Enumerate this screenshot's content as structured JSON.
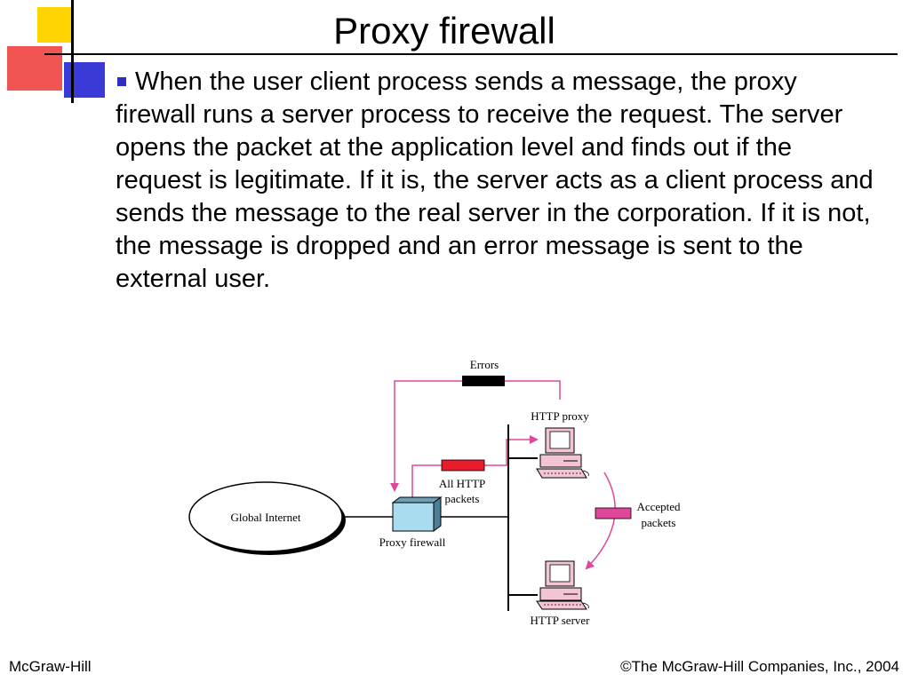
{
  "slide": {
    "title": "Proxy firewall",
    "bullet_text": "When the user client process sends a message, the proxy firewall runs a server process to receive the request. The server opens the packet at the application level and finds out if the request is legitimate. If it is, the server acts as a client process and sends the message to the real server in the corporation. If it is not, the message is dropped and an error message is sent to the external user."
  },
  "diagram": {
    "errors_label": "Errors",
    "http_proxy_label": "HTTP proxy",
    "all_http_line1": "All HTTP",
    "all_http_line2": "packets",
    "accepted_line1": "Accepted",
    "accepted_line2": "packets",
    "global_internet_label": "Global Internet",
    "proxy_firewall_label": "Proxy firewall",
    "http_server_label": "HTTP server",
    "colors": {
      "arrow": "#e0479a",
      "errors_packet": "#000000",
      "http_packet": "#e81c2a",
      "accepted_packet": "#e0479a",
      "computer": "#f3c4d4",
      "firewall": "#a9dcef"
    }
  },
  "footer": {
    "left": "McGraw-Hill",
    "right": "©The McGraw-Hill Companies, Inc., 2004"
  }
}
